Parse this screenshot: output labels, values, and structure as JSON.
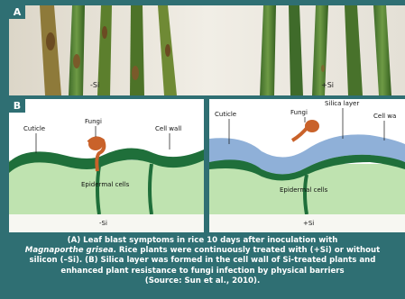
{
  "panel_a": {
    "label": "A",
    "left_treatment": "-Si",
    "right_treatment": "+Si"
  },
  "panel_b": {
    "label": "B",
    "left_diagram": {
      "cuticle": "Cuticle",
      "fungi": "Fungi",
      "cell_wall": "Cell wall",
      "epidermal_cells": "Epidermal cells",
      "treatment": "-Si"
    },
    "right_diagram": {
      "cuticle": "Cuticle",
      "fungi": "Fungi",
      "silica_layer": "Silica layer",
      "cell_wall": "Cell wa",
      "epidermal_cells": "Epidermal cells",
      "treatment": "+Si"
    }
  },
  "caption": {
    "line1": "(A) Leaf blast symptoms in rice 10 days after inoculation with",
    "line2_italic": "Magnaporthe grisea",
    "line2_rest": ". Rice plants were continuously treated with (+Si) or without",
    "line3": "silicon (–Si). (B) Silica layer was formed in the cell wall of Si-treated plants and",
    "line4": "enhanced plant resistance to fungi infection by physical barriers",
    "line5": "(Source: Sun et al., 2010)."
  },
  "colors": {
    "background": "#2f6f73",
    "cell_fill": "#bfe3b0",
    "cell_wall": "#1f6f3a",
    "silica": "#8fb0d8",
    "fungi": "#c9622a"
  }
}
